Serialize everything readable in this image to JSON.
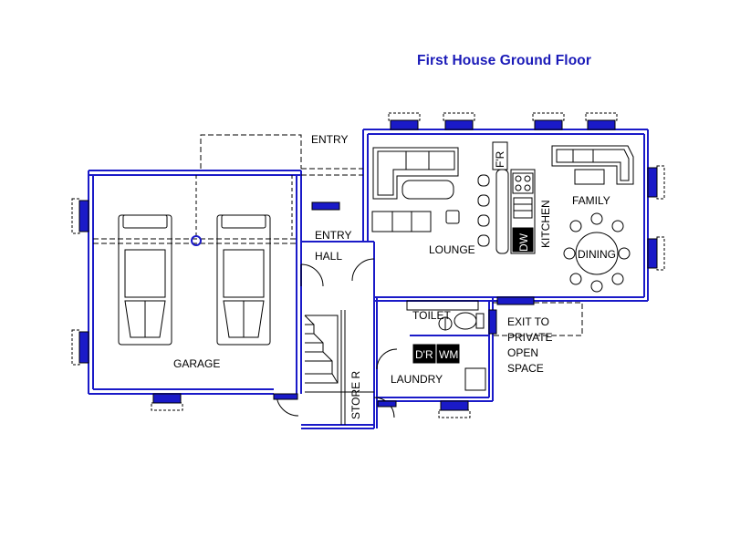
{
  "title": "First House Ground Floor",
  "colors": {
    "wall": "#1a1ac8",
    "line": "#000000",
    "title": "#1a1ab8"
  },
  "rooms": {
    "entry_top": "ENTRY",
    "entry_hall_1": "ENTRY",
    "entry_hall_2": "HALL",
    "lounge": "LOUNGE",
    "kitchen": "KITCHEN",
    "family": "FAMILY",
    "dining": "DINING",
    "toilet": "TOILET",
    "exit_1": "EXIT TO",
    "exit_2": "PRIVATE",
    "exit_3": "OPEN",
    "exit_4": "SPACE",
    "garage": "GARAGE",
    "laundry": "LAUNDRY",
    "store": "STORE R"
  },
  "appliances": {
    "fridge": "F'R",
    "dishwasher": "DW",
    "dryer": "D'R",
    "washer": "WM"
  }
}
